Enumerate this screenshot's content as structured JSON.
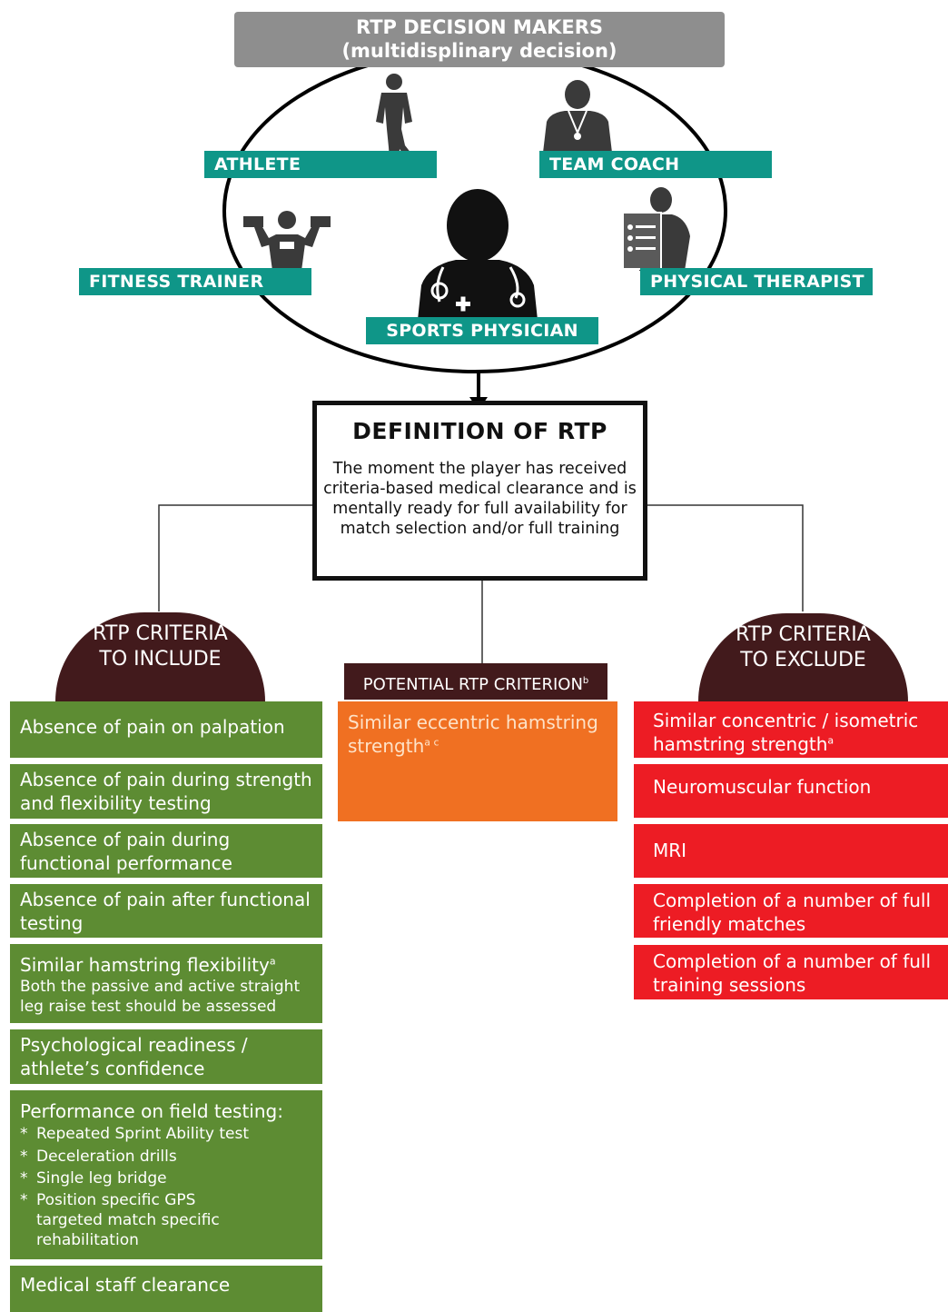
{
  "header": {
    "line1": "RTP DECISION MAKERS",
    "line2": "(multidisplinary decision)"
  },
  "roles": {
    "athlete": "ATHLETE",
    "team_coach": "TEAM COACH",
    "fitness_trainer": "FITNESS TRAINER",
    "physical_therapist": "PHYSICAL THERAPIST",
    "sports_physician": "SPORTS PHYSICIAN"
  },
  "definition": {
    "title": "DEFINITION OF RTP",
    "text": "The moment the player has received criteria-based medical clearance and is mentally ready for full availability for match selection and/or full training"
  },
  "include": {
    "heading_line1": "RTP CRITERIA",
    "heading_line2": "TO INCLUDE",
    "items": [
      "Absence of pain on palpation",
      "Absence of pain during strength and flexibility testing",
      "Absence of pain during functional performance",
      "Absence of pain after functional testing",
      "Similar hamstring flexibility",
      "Both the passive and active straight leg raise test should be assessed",
      "Psychological readiness / athlete’s confidence",
      "Performance on field testing:",
      "Repeated Sprint Ability test",
      "Deceleration drills",
      "Single leg bridge",
      "Position specific GPS targeted match specific rehabilitation",
      "Medical staff clearance"
    ],
    "flex_sup": "a",
    "bullet_mark": "*"
  },
  "potential": {
    "heading": "POTENTIAL RTP CRITERION",
    "heading_sup": "b",
    "item": "Similar eccentric hamstring strength",
    "item_sup": "a c"
  },
  "exclude": {
    "heading_line1": "RTP CRITERIA",
    "heading_line2": "TO EXCLUDE",
    "items": [
      "Similar concentric / isometric hamstring strength",
      "Neuromuscular function",
      "MRI",
      "Completion of a number of full friendly matches",
      "Completion of a number of full training sessions"
    ],
    "first_sup": "a"
  },
  "colors": {
    "teal": "#0f9688",
    "green": "#5d8c33",
    "red": "#ed1c24",
    "orange": "#f07022",
    "maroon": "#421a1c",
    "grey": "#8e8e8e"
  }
}
